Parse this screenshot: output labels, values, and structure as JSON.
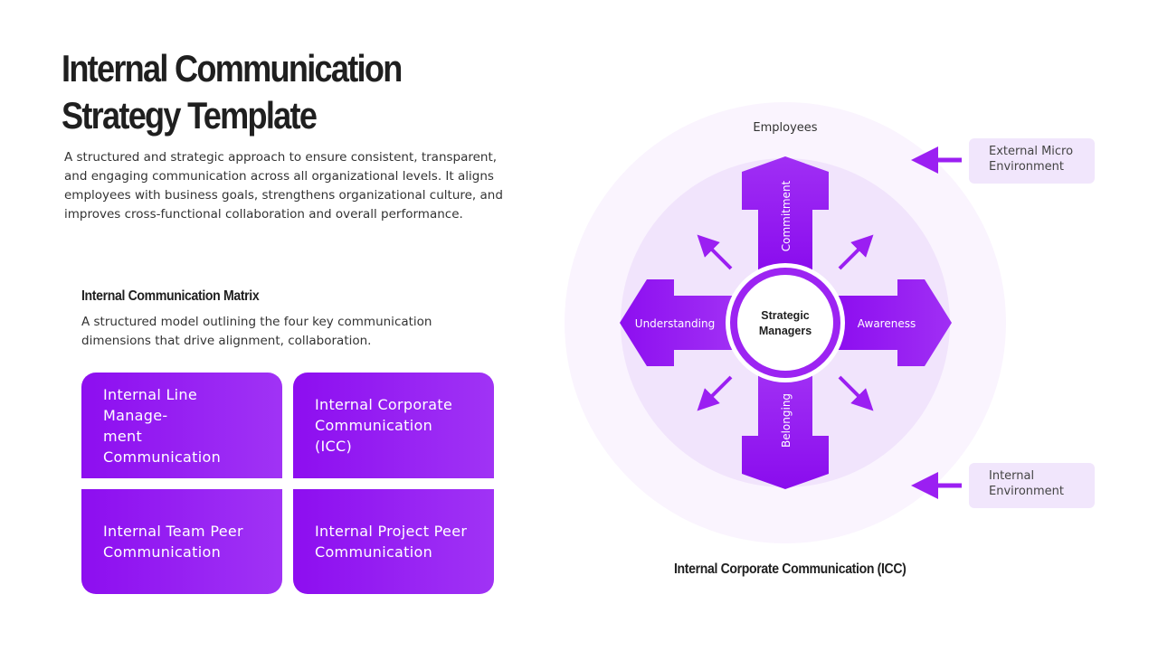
{
  "header": {
    "title": "Internal Communication\nStrategy Template",
    "description": "A structured and strategic approach to ensure consistent, transparent, and engaging communication across all organizational levels. It aligns employees with business goals, strengthens organizational culture, and improves cross-functional collaboration and overall performance."
  },
  "matrix": {
    "title": "Internal Communication Matrix",
    "subtitle": "A structured model outlining the four key communication dimensions that drive alignment, collaboration.",
    "tiles": [
      {
        "line1": "Internal Line Manage-",
        "line2": "ment Communication"
      },
      {
        "line1": "Internal Corporate",
        "line2": "Communication (ICC)"
      },
      {
        "line1": "Internal Team Peer",
        "line2": "Communication"
      },
      {
        "line1": "Internal Project Peer",
        "line2": "Communication"
      }
    ]
  },
  "diagram": {
    "outer_label": "Employees",
    "center_line1": "Strategic",
    "center_line2": "Managers",
    "arrow_up": "Commitment",
    "arrow_down": "Belonging",
    "arrow_left": "Understanding",
    "arrow_right": "Awareness",
    "external_micro": {
      "line1": "External Micro",
      "line2": "Environment"
    },
    "internal_env": {
      "line1": "Internal",
      "line2": "Environment"
    },
    "caption": "Internal Corporate Communication  (ICC)"
  },
  "colors": {
    "accent": "#8d0ef0",
    "outer_circle": "#faf4fe",
    "inner_circle": "#f1e4fc",
    "env_box": "#f1e6fc"
  }
}
